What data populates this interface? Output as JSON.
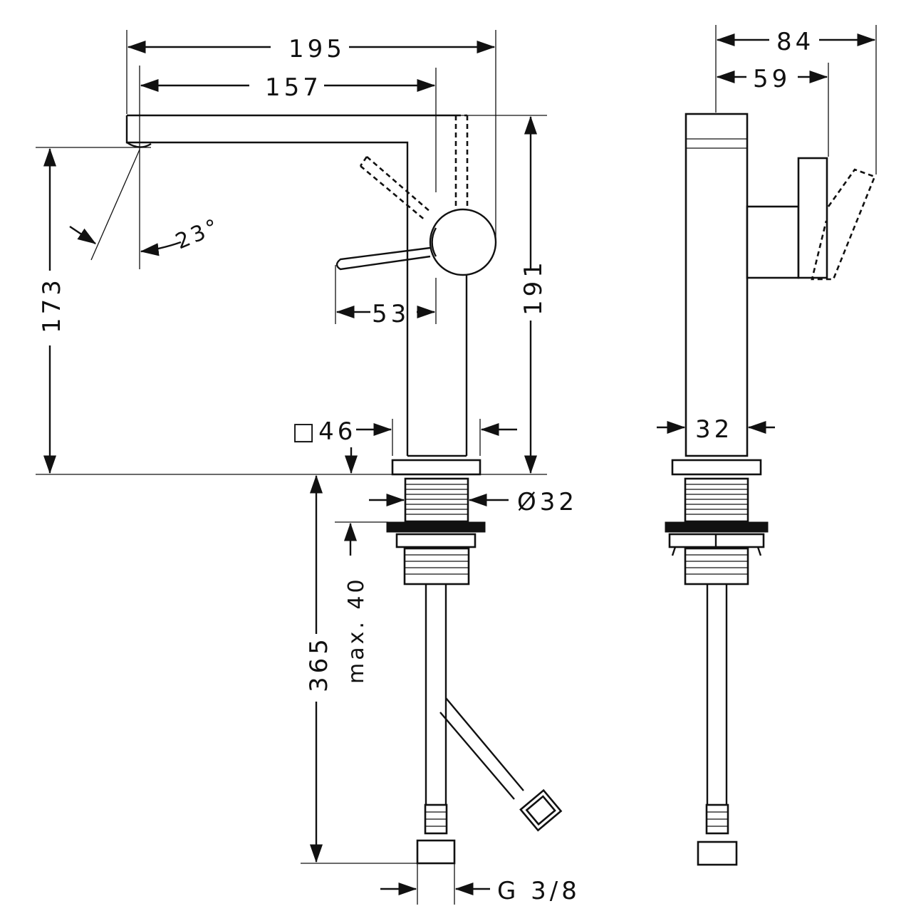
{
  "diagram": {
    "colors": {
      "line": "#111111",
      "background": "#ffffff"
    },
    "front_view": {
      "width_total": "195",
      "spout_reach": "157",
      "spout_height": "173",
      "overall_height": "191",
      "lever_length": "53",
      "spray_angle": "23°",
      "body_square": "□46",
      "shank_diameter": "Ø32",
      "hose_length": "365",
      "max_thickness": "max. 40",
      "connection": "G 3/8"
    },
    "side_view": {
      "depth_total": "84",
      "lever_depth": "59",
      "body_depth": "32"
    }
  }
}
